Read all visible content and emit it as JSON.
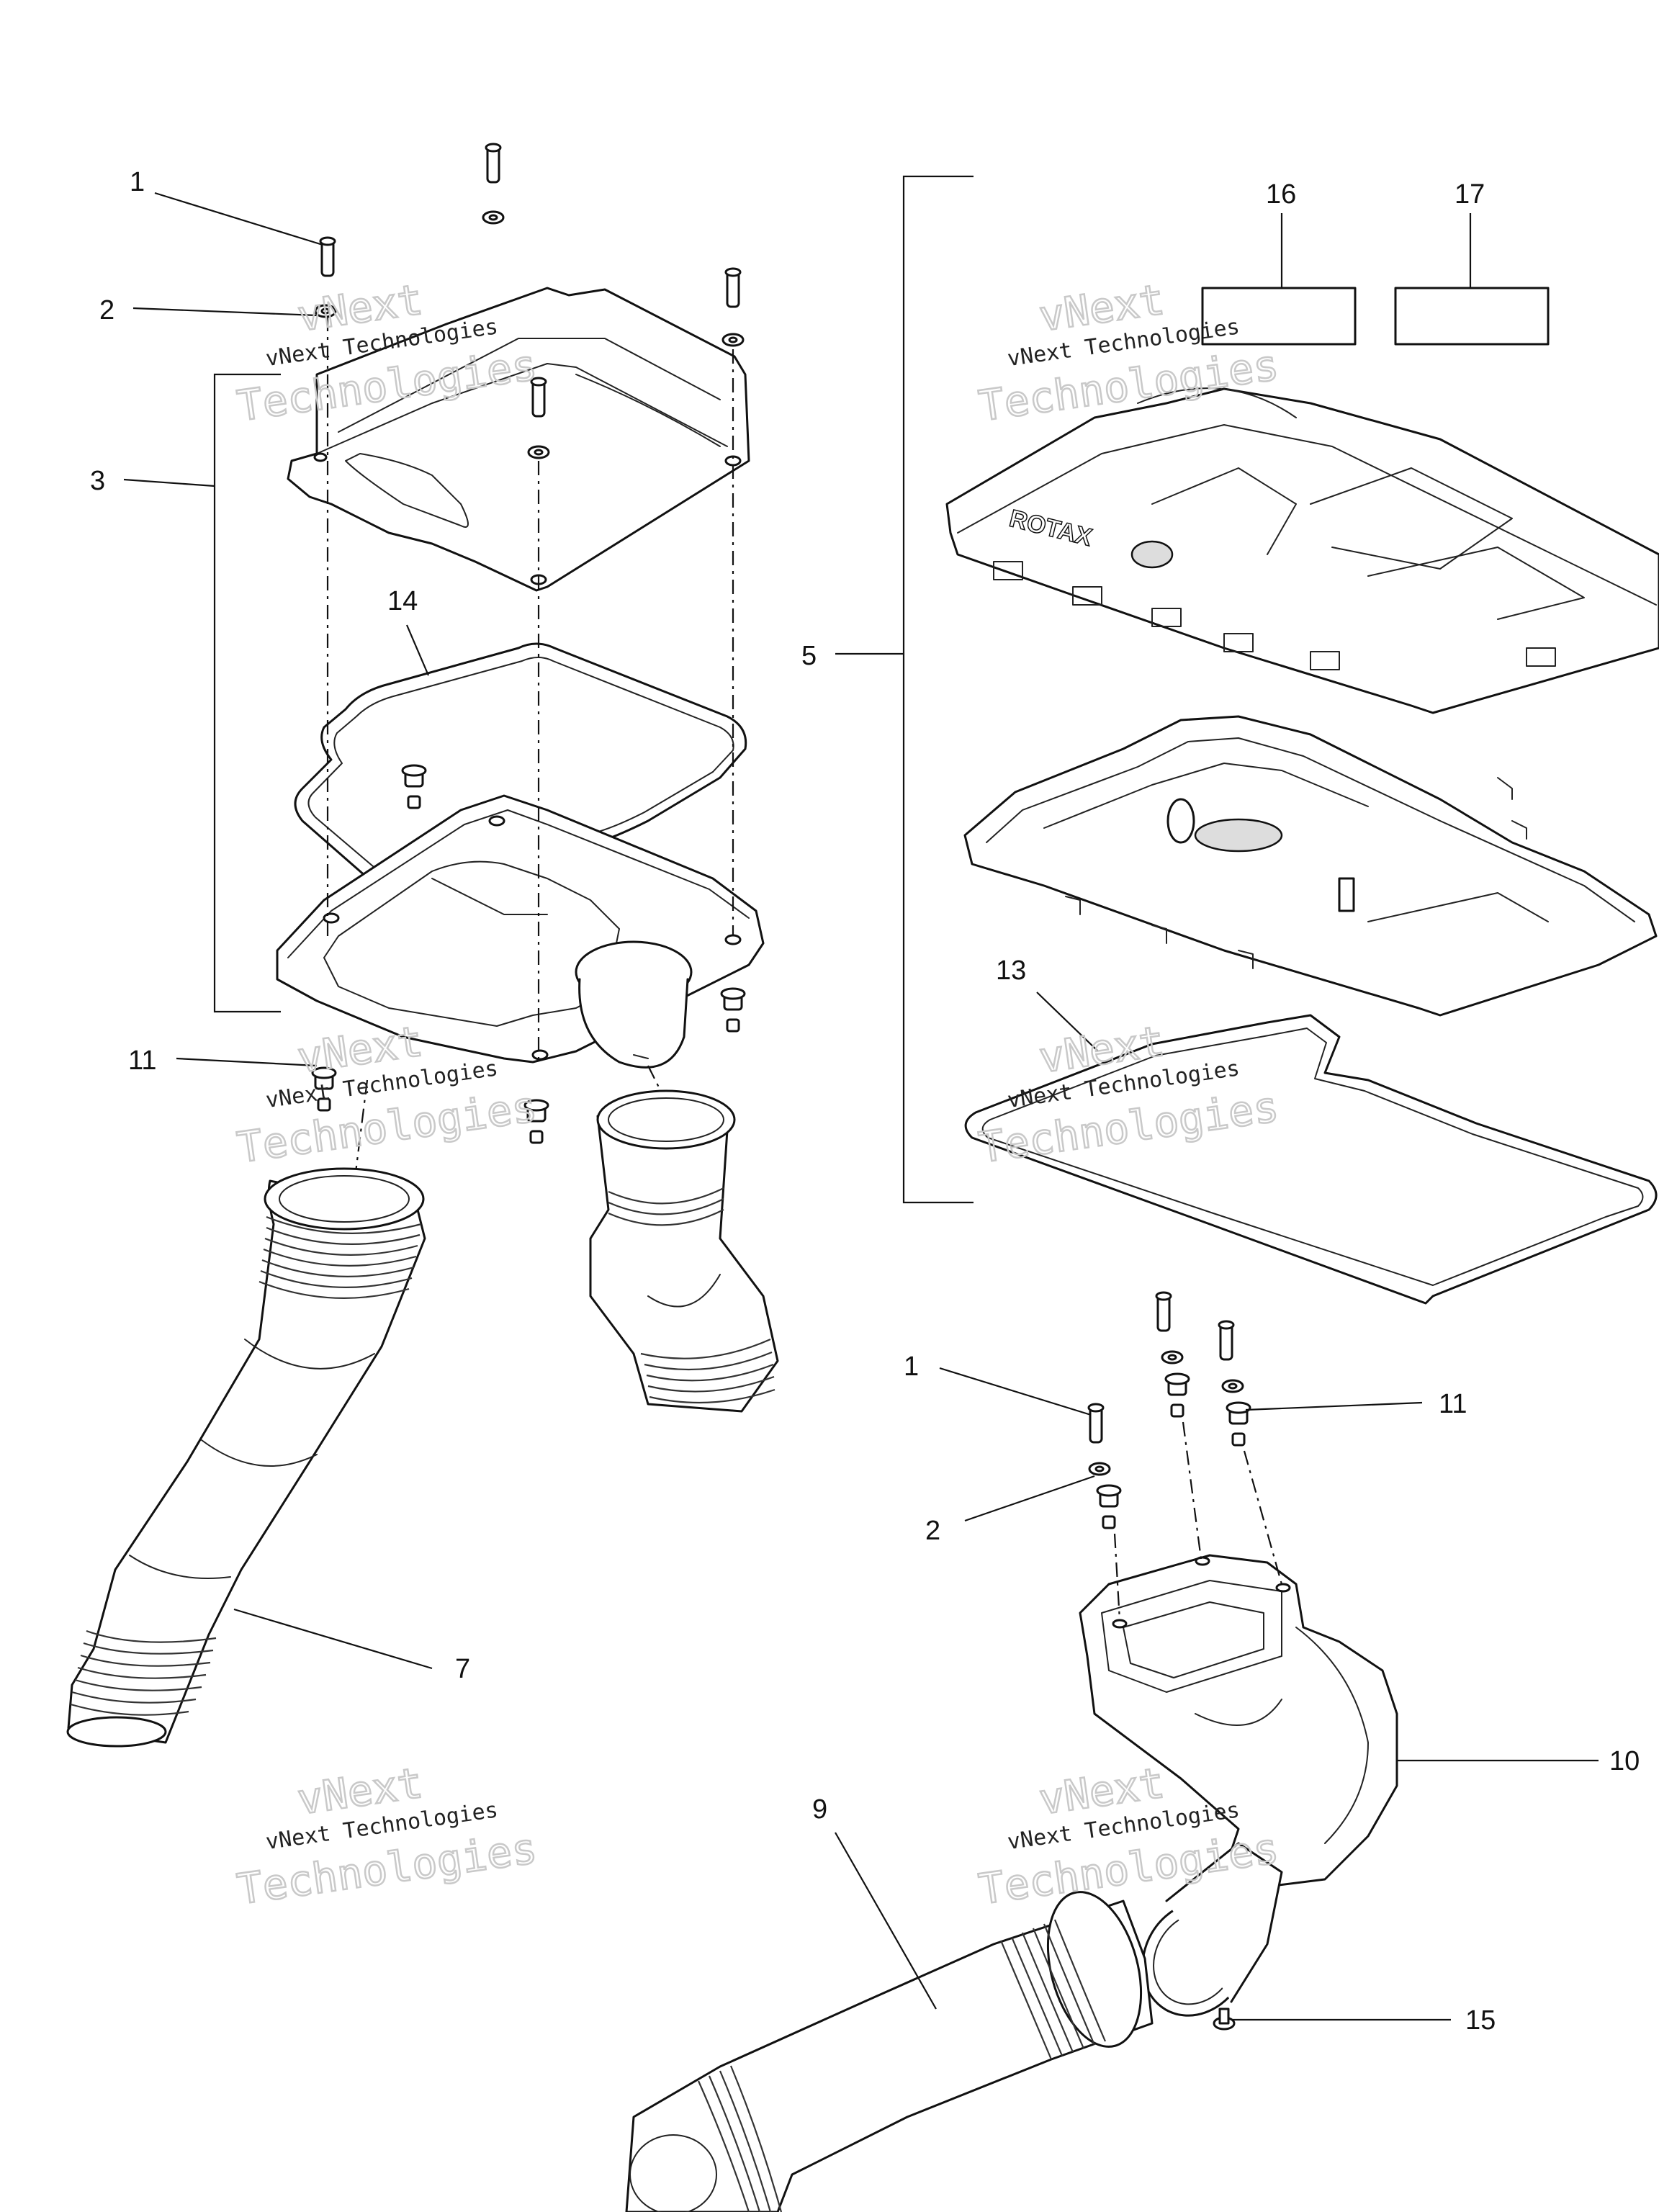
{
  "callouts": {
    "c1a": "1",
    "c2a": "2",
    "c3": "3",
    "c14": "14",
    "c11a": "11",
    "c7": "7",
    "c5": "5",
    "c16": "16",
    "c17": "17",
    "c13": "13",
    "c1b": "1",
    "c2b": "2",
    "c11b": "11",
    "c10": "10",
    "c9": "9",
    "c15": "15"
  },
  "labels": {
    "cover_logo": "ROTAX"
  },
  "watermark": {
    "line1": "vNext Technologies",
    "line2": "vNext",
    "line3": "Technologies"
  }
}
